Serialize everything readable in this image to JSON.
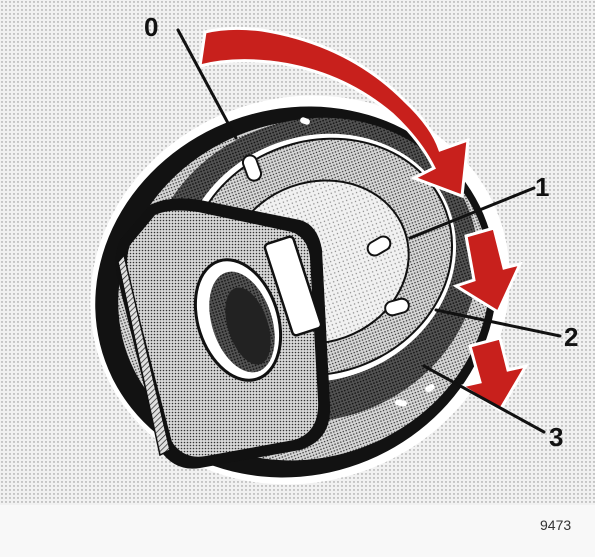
{
  "figure": {
    "position_labels": [
      "0",
      "1",
      "2",
      "3"
    ],
    "reference_number": "9473",
    "colors": {
      "arrow": "#c8201c",
      "ink": "#111111",
      "background": "#ececec",
      "paper": "#ffffff"
    }
  }
}
